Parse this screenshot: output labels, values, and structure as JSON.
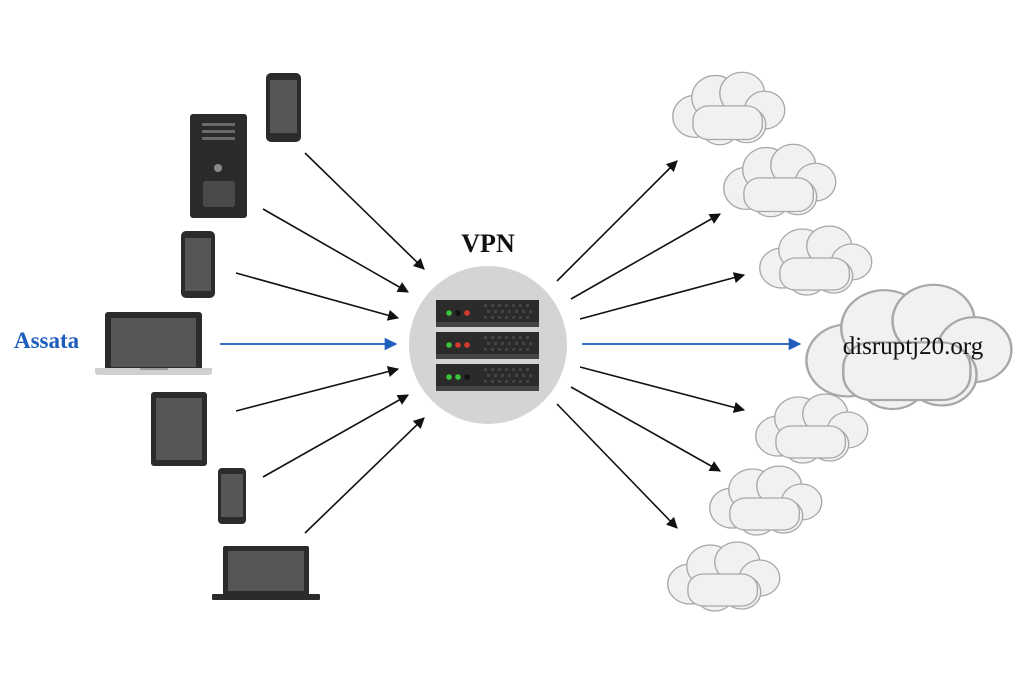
{
  "vpn": {
    "label": "VPN"
  },
  "user": {
    "label": "Assata"
  },
  "destination": {
    "label": "disruptj20.org"
  },
  "colors": {
    "highlight": "#1e5dbb",
    "arrow": "#111111",
    "device": "#2b2b2b",
    "screen": "#565656",
    "server_circle": "#d4d4d4",
    "cloud_fill": "#f1f1f1",
    "cloud_stroke": "#a8a8a8",
    "led_green": "#3cc43c",
    "led_red": "#d63a2f"
  },
  "icons": {
    "devices": [
      "phone-icon",
      "desktop-tower-icon",
      "phone-icon",
      "laptop-icon",
      "tablet-icon",
      "phone-icon",
      "laptop-icon"
    ],
    "server": "server-rack-icon",
    "cloud": "cloud-icon"
  }
}
